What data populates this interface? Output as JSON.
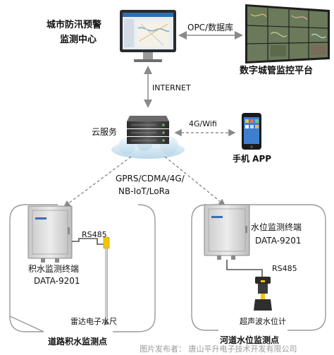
{
  "labels": {
    "center_line1": "城市防汛预警",
    "center_line2": "监测中心",
    "opc_link": "OPC/数据库",
    "platform": "数字城管监控平台",
    "internet": "INTERNET",
    "cloud": "云服务",
    "wifi_link": "4G/Wifi",
    "app": "手机 APP",
    "protocol_line1": "GPRS/CDMA/4G/",
    "protocol_line2": "NB-IoT/LoRa",
    "rs485_left": "RS485",
    "terminal_left_line1": "积水监测终端",
    "terminal_left_line2": "DATA-9201",
    "radar_gauge": "雷达电子水尺",
    "site_left": "道路积水监测点",
    "terminal_right_line1": "水位监测终端",
    "terminal_right_line2": "DATA-9201",
    "rs485_right": "RS485",
    "ultrasonic": "超声波水位计",
    "site_right": "河道水位监测点",
    "watermark": "图片发布者：  唐山平升电子技术开发有限公司"
  },
  "colors": {
    "line": "#8a8a8a",
    "dashed": "#7a7a7a",
    "server": "#3a3a3a",
    "cabinet": "#d9d9d9",
    "sensor_yellow": "#f2c500",
    "watermark": "#9a9a9a"
  }
}
